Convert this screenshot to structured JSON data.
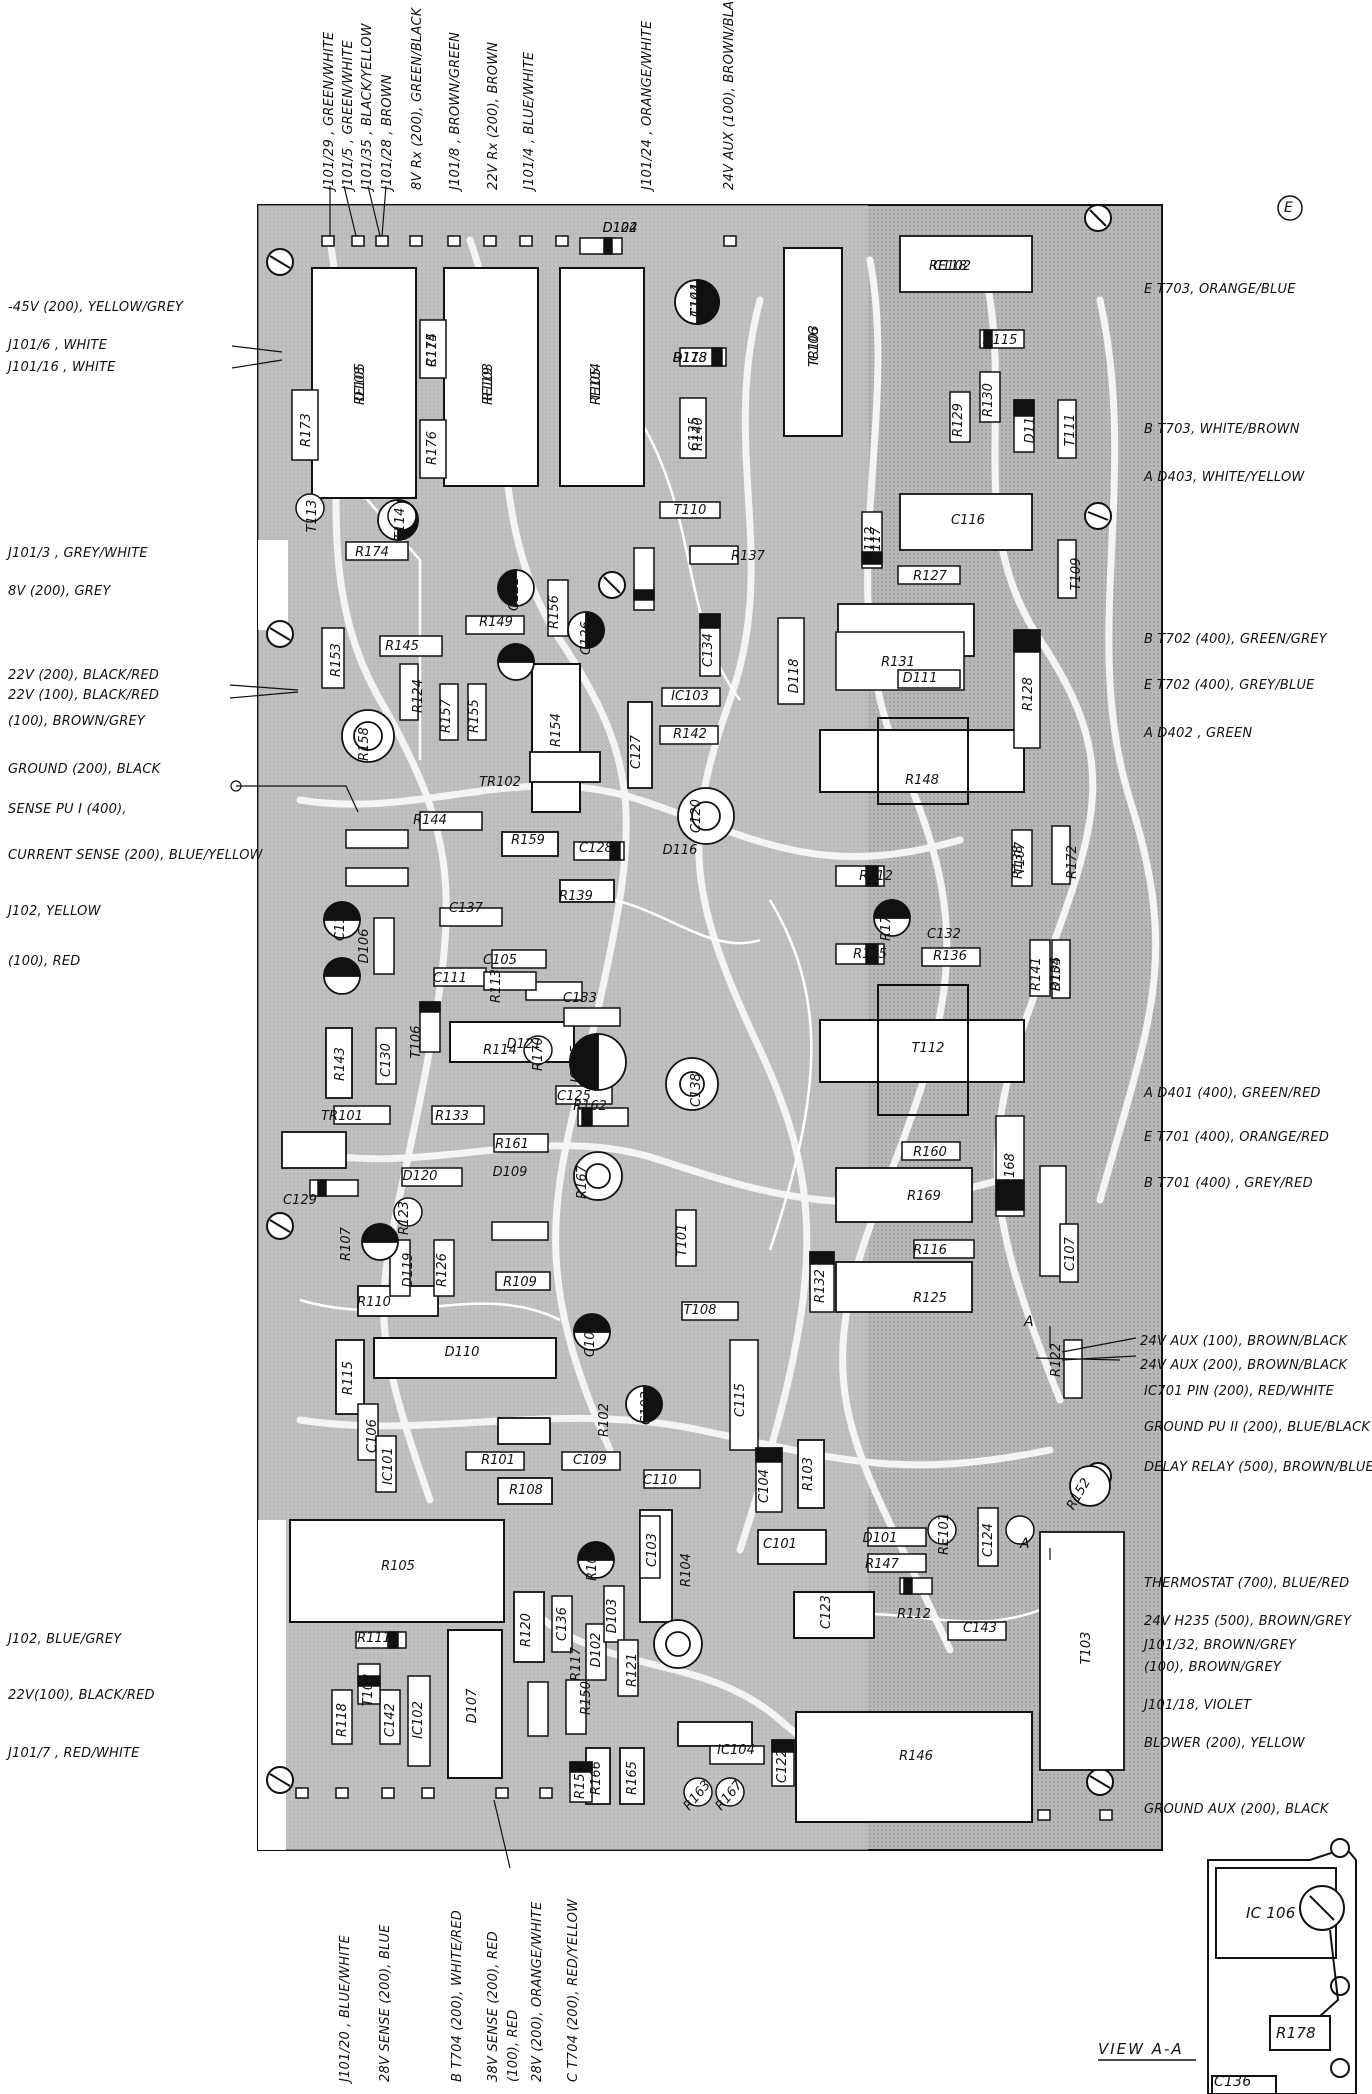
{
  "corner_mark": "E",
  "top_labels": [
    "J101/29 , GREEN/WHITE",
    "J101/5 , GREEN/WHITE",
    "J101/35 , BLACK/YELLOW",
    "J101/28 , BROWN",
    "8V Rx (200), GREEN/BLACK",
    "J101/8 , BROWN/GREEN",
    "22V Rx (200), BROWN",
    "J101/4 , BLUE/WHITE",
    "J101/24 , ORANGE/WHITE",
    "24V AUX (100), BROWN/BLACK"
  ],
  "left_labels": [
    "-45V (200), YELLOW/GREY",
    "J101/6 , WHITE",
    "J101/16 , WHITE",
    "J101/3 , GREY/WHITE",
    "8V (200), GREY",
    "22V (200), BLACK/RED",
    "22V (100), BLACK/RED",
    "(100), BROWN/GREY",
    "GROUND (200), BLACK",
    "SENSE PU I (400),",
    "CURRENT SENSE (200), BLUE/YELLOW",
    "J102, YELLOW",
    "(100), RED",
    "J102, BLUE/GREY",
    "22V(100), BLACK/RED",
    "J101/7 , RED/WHITE"
  ],
  "right_labels": [
    "E T703, ORANGE/BLUE",
    "B T703, WHITE/BROWN",
    "A D403, WHITE/YELLOW",
    "B T702 (400), GREEN/GREY",
    "E T702 (400), GREY/BLUE",
    "A D402 , GREEN",
    "A D401 (400), GREEN/RED",
    "E T701 (400), ORANGE/RED",
    "B T701 (400) , GREY/RED",
    "24V AUX (100), BROWN/BLACK",
    "24V AUX (200), BROWN/BLACK",
    "IC701 PIN (200), RED/WHITE",
    "GROUND PU II (200), BLUE/BLACK",
    "DELAY RELAY (500), BROWN/BLUE",
    "THERMOSTAT (700), BLUE/RED",
    "24V H235 (500), BROWN/GREY",
    "J101/32, BROWN/GREY",
    "(100), BROWN/GREY",
    "J101/18, VIOLET",
    "BLOWER (200), YELLOW",
    "GROUND AUX (200), BLACK"
  ],
  "bottom_labels": [
    "J101/20 , BLUE/WHITE",
    "28V SENSE (200), BLUE",
    "B T704 (200), WHITE/RED",
    "38V SENSE (200), RED",
    "(100), RED",
    "28V (200), ORANGE/WHITE",
    "C T704 (200), RED/YELLOW"
  ],
  "section_markers": [
    "A",
    "A"
  ],
  "view_title": "VIEW A-A",
  "view_parts": [
    "IC 106",
    "R178",
    "C136"
  ],
  "components": [
    "D122",
    "C118",
    "RE105",
    "R175",
    "RE103",
    "RE104",
    "C141",
    "D113",
    "TR103",
    "D115",
    "R173",
    "R176",
    "R140",
    "C135",
    "R129",
    "R130",
    "D114",
    "T111",
    "T113",
    "T114",
    "T110",
    "C116",
    "R174",
    "D117",
    "R137",
    "D112",
    "R127",
    "T109",
    "C121",
    "R156",
    "R149",
    "R153",
    "C126",
    "R145",
    "C134",
    "D118",
    "R131",
    "R128",
    "D111",
    "R124",
    "R157",
    "R155",
    "R158",
    "R154",
    "IC103",
    "R142",
    "R148",
    "TR102",
    "C127",
    "C120",
    "R144",
    "R159",
    "C128",
    "D116",
    "R138",
    "R172",
    "R139",
    "R112",
    "T107",
    "C119",
    "D106",
    "C137",
    "C132",
    "R171",
    "R134",
    "C105",
    "C111",
    "C133",
    "R135",
    "R136",
    "R141",
    "D105",
    "R113",
    "R114",
    "T106",
    "D121",
    "IC105",
    "R143",
    "C130",
    "R170",
    "C138",
    "T112",
    "C125",
    "TR101",
    "R133",
    "R162",
    "R167",
    "R161",
    "D120",
    "R160",
    "R168",
    "C129",
    "R169",
    "R123",
    "D109",
    "R107",
    "D119",
    "R126",
    "T101",
    "R116",
    "C107",
    "R110",
    "R109",
    "R132",
    "R125",
    "T108",
    "C108",
    "R115",
    "D110",
    "C115",
    "R102",
    "C102",
    "C106",
    "IC101",
    "R101",
    "C109",
    "C110",
    "R108",
    "C104",
    "R103",
    "R105",
    "R106",
    "C103",
    "R104",
    "D101",
    "C101",
    "RE101",
    "C124",
    "R147",
    "C123",
    "R112",
    "C143",
    "T103",
    "R111",
    "T102",
    "R118",
    "C142",
    "IC102",
    "D107",
    "R120",
    "C136",
    "D102",
    "D103",
    "R121",
    "R117",
    "R150",
    "IC104",
    "C122",
    "R146",
    "R151",
    "R166",
    "R165",
    "R163",
    "R167",
    "R152",
    "R122",
    "D104",
    "RE102",
    "D108",
    "C114",
    "R119",
    "T105",
    "T104",
    "R178",
    "IC106"
  ]
}
